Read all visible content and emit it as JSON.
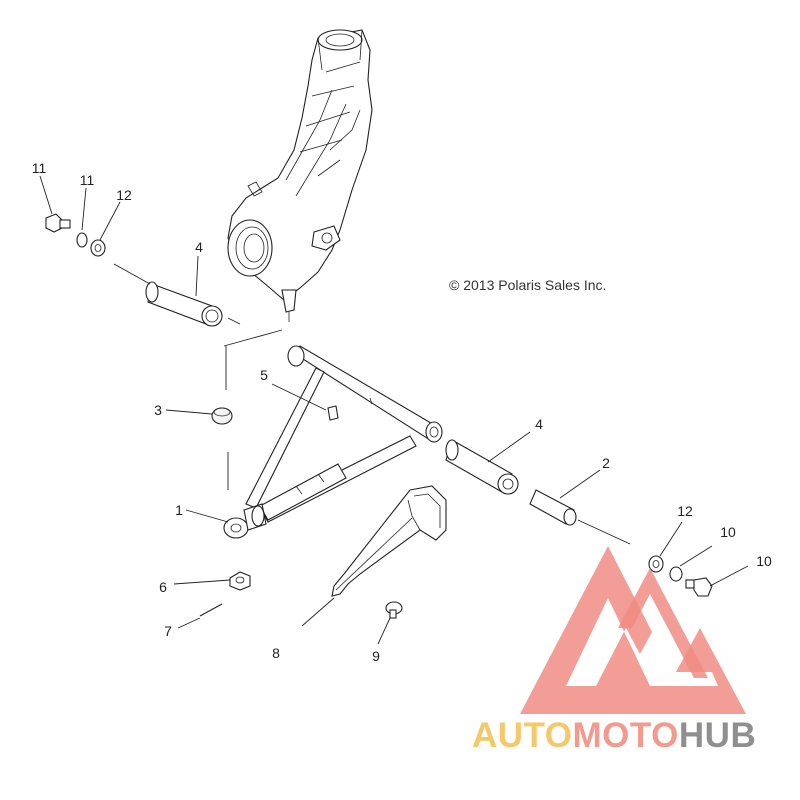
{
  "copyright": "© 2013 Polaris Sales Inc.",
  "callouts": [
    {
      "id": "1",
      "text": "1"
    },
    {
      "id": "2",
      "text": "2"
    },
    {
      "id": "3",
      "text": "3"
    },
    {
      "id": "4a",
      "text": "4"
    },
    {
      "id": "4b",
      "text": "4"
    },
    {
      "id": "5",
      "text": "5"
    },
    {
      "id": "6",
      "text": "6"
    },
    {
      "id": "7",
      "text": "7"
    },
    {
      "id": "8",
      "text": "8"
    },
    {
      "id": "9",
      "text": "9"
    },
    {
      "id": "10a",
      "text": "10"
    },
    {
      "id": "10b",
      "text": "10"
    },
    {
      "id": "11a",
      "text": "11"
    },
    {
      "id": "11b",
      "text": "11"
    },
    {
      "id": "12a",
      "text": "12"
    },
    {
      "id": "12b",
      "text": "12"
    }
  ],
  "watermark": {
    "part1": "AUTO",
    "part2": "MOTO",
    "part3": "HUB",
    "colors": {
      "part1": "#f5c86a",
      "part2": "#f29a8e",
      "part3": "#8f8f8f",
      "logo": "#f08c82"
    }
  }
}
